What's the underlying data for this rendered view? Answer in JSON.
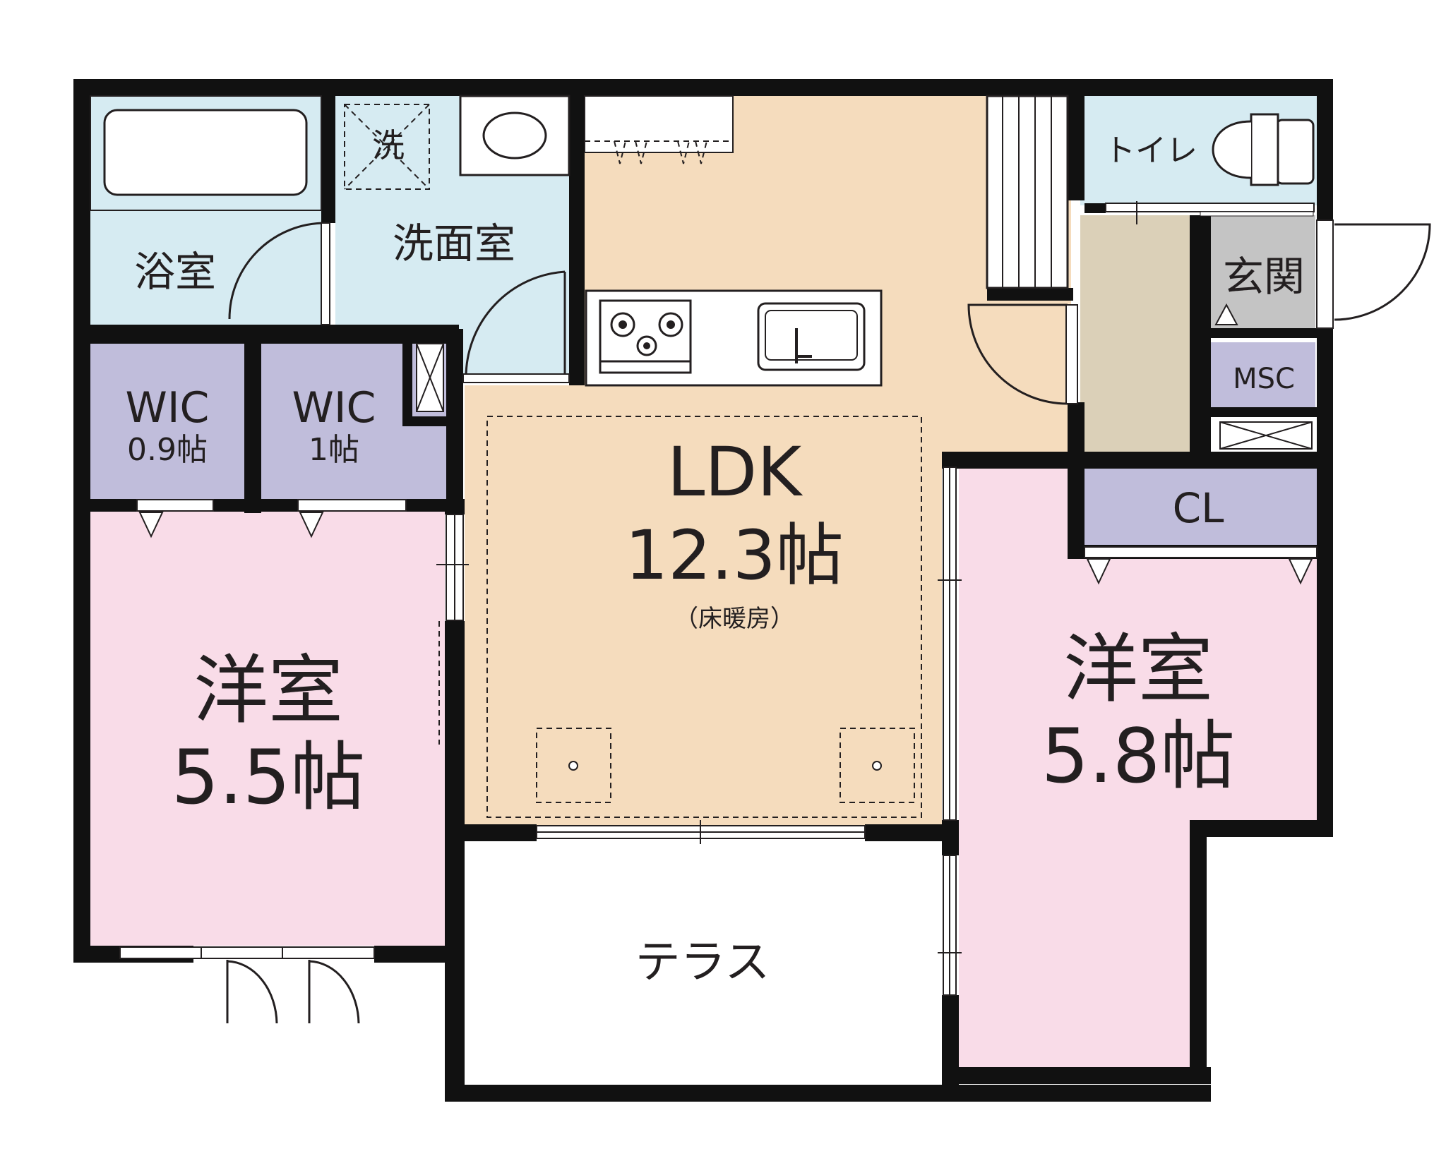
{
  "colors": {
    "wet_blue": "#d6ebf2",
    "ldk_beige": "#f5dcbd",
    "western_pink": "#f9dce8",
    "storage_purple": "#c0bddb",
    "hall_tan": "#dbd0b8",
    "entrance_gray": "#c4c4c4",
    "wall_black": "#111111",
    "terrace_white": "#ffffff"
  },
  "rooms": {
    "bath": {
      "label": "浴室"
    },
    "washroom": {
      "label": "洗面室"
    },
    "washer": {
      "label": "洗"
    },
    "toilet": {
      "label": "トイレ"
    },
    "entrance": {
      "label": "玄関"
    },
    "msc": {
      "label": "MSC"
    },
    "wic1": {
      "label": "WIC",
      "size": "0.9帖"
    },
    "wic2": {
      "label": "WIC",
      "size": "1帖"
    },
    "ldk": {
      "label": "LDK",
      "size": "12.3帖",
      "note": "（床暖房）"
    },
    "cl": {
      "label": "CL"
    },
    "western_left": {
      "label": "洋室",
      "size": "5.5帖"
    },
    "western_right": {
      "label": "洋室",
      "size": "5.8帖"
    },
    "terrace": {
      "label": "テラス"
    }
  },
  "icons": [
    "bathtub-icon",
    "washbasin-icon",
    "toilet-icon",
    "stove-icon",
    "sink-icon",
    "door-swing-icon",
    "stairs-icon"
  ]
}
